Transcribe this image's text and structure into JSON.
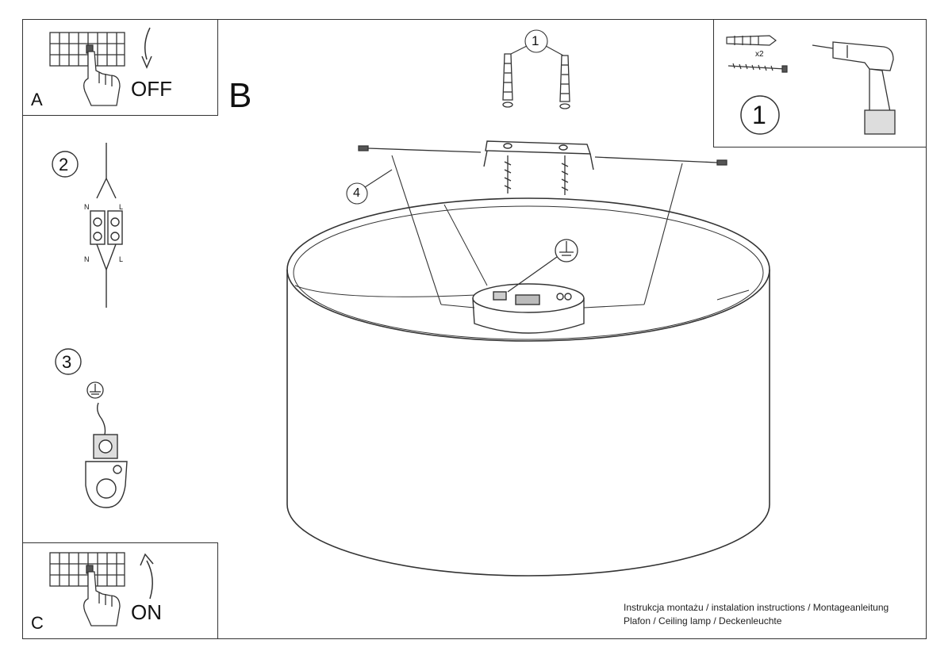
{
  "panels": {
    "a": {
      "letter": "A",
      "word": "OFF"
    },
    "b": {
      "letter": "B"
    },
    "c": {
      "letter": "C",
      "word": "ON"
    }
  },
  "steps": {
    "s1": "1",
    "s2": "2",
    "s3": "3",
    "s4": "4",
    "tools_step": "1",
    "anchor_qty": "x2"
  },
  "wiring": {
    "n_top": "N",
    "l_top": "L",
    "n_bottom": "N",
    "l_bottom": "L"
  },
  "footer": {
    "line1": "Instrukcja montażu / instalation instructions / Montageanleitung",
    "line2": "Plafon / Ceiling lamp / Deckenleuchte"
  },
  "icons": {
    "ground": "ground-symbol-icon",
    "breaker": "circuit-breaker-icon",
    "drill": "drill-icon"
  }
}
